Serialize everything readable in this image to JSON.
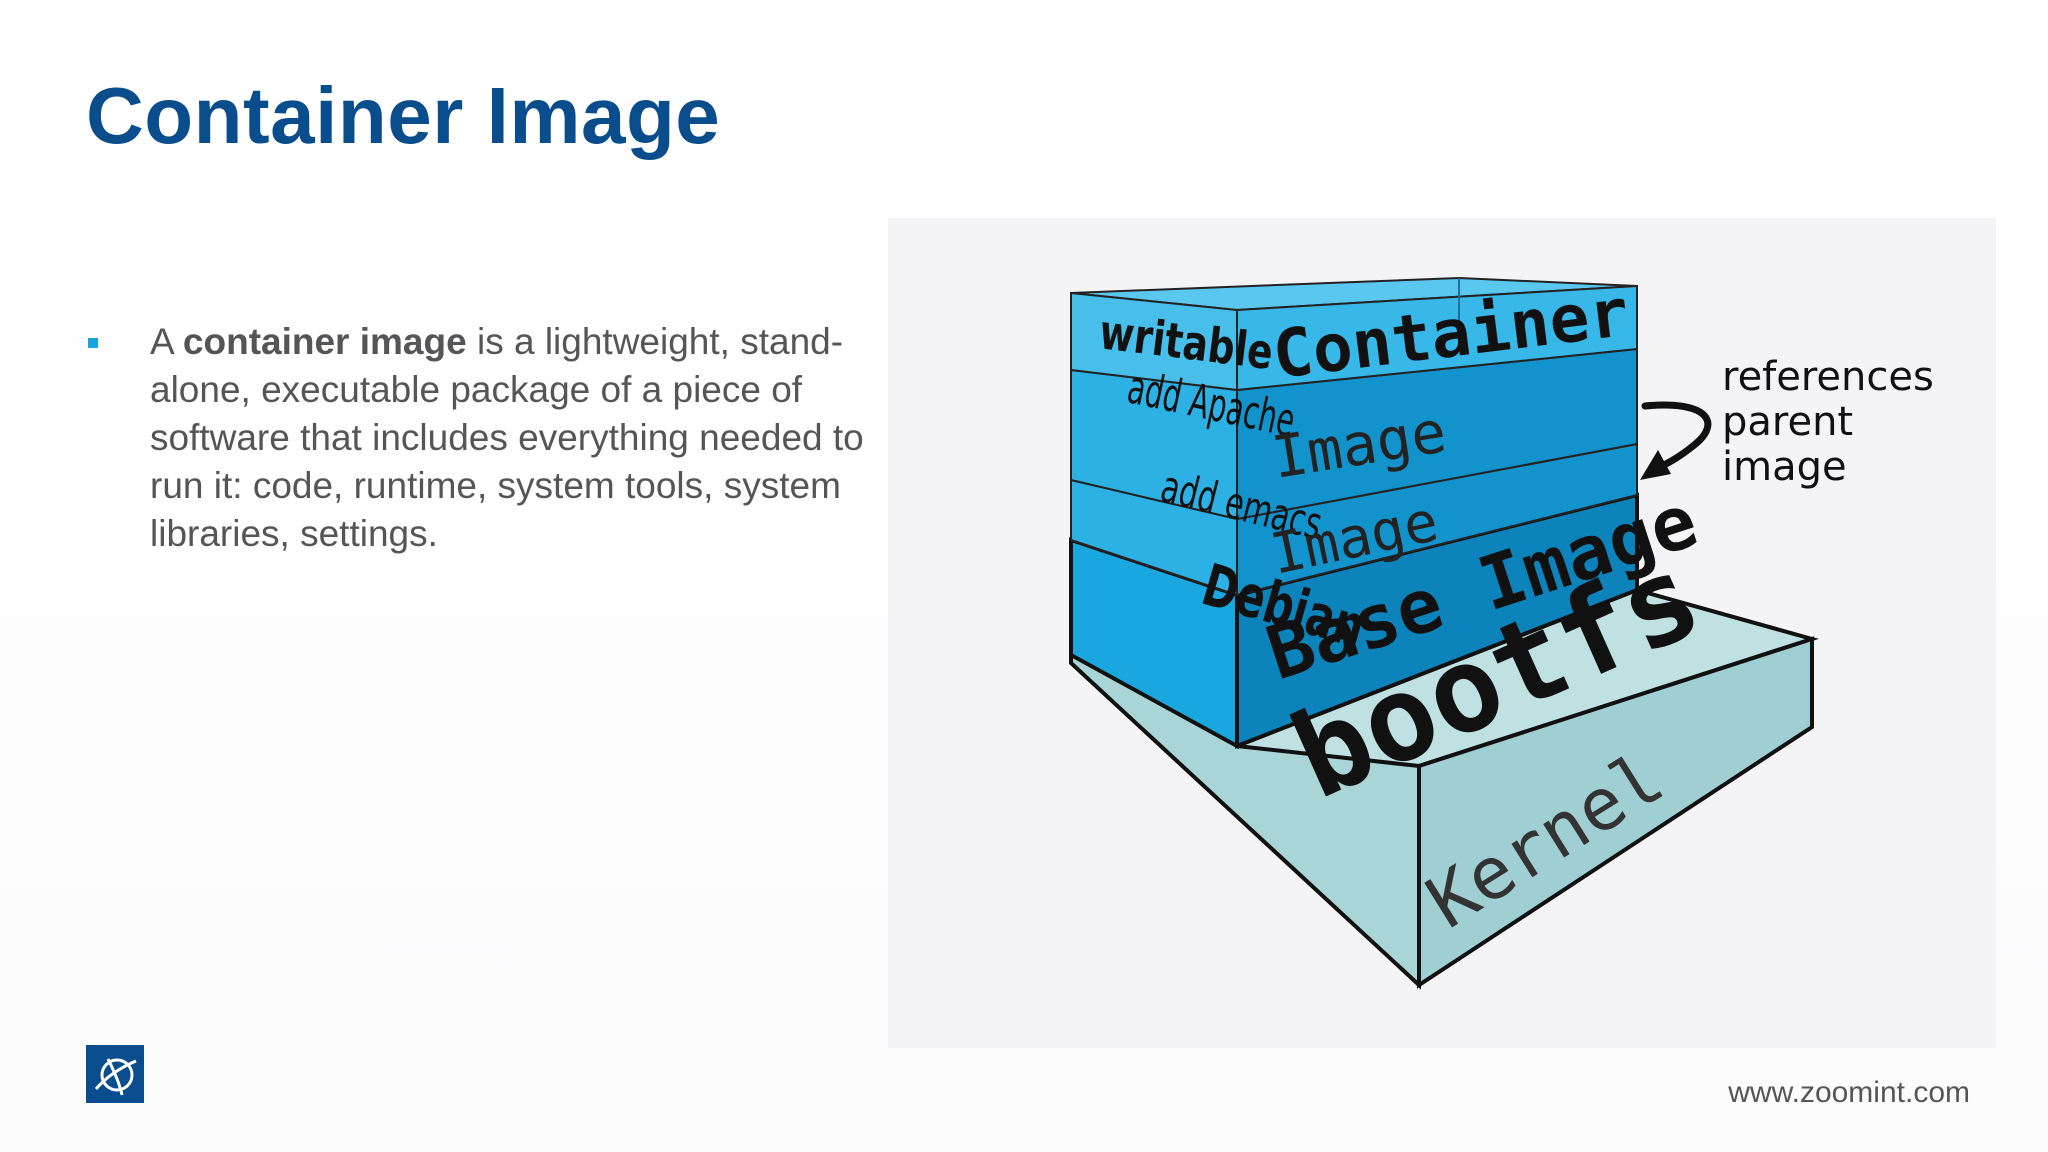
{
  "slide": {
    "title": "Container Image",
    "footer_url": "www.zoomint.com"
  },
  "bullet": {
    "lead": "A ",
    "bold": "container image",
    "rest": " is a lightweight, stand-alone, executable package of a piece of software that includes everything needed to run it: code, runtime, system tools, system libraries, settings."
  },
  "diagram": {
    "layers": {
      "writable": "writable",
      "container": "Container",
      "add_apache": "add Apache",
      "image_1": "Image",
      "add_emacs": "add emacs",
      "image_2": "Image",
      "debian": "Debian",
      "base_image": "Base Image",
      "bootfs": "bootfs",
      "kernel": "Kernel"
    },
    "annotation": [
      "references",
      "parent",
      "image"
    ],
    "colors": {
      "top_layer": "#3fbbe8",
      "middle_layer": "#0f8fc9",
      "side_face": "#29a9de",
      "base_slab": "#a9d5d7",
      "outline": "#111111"
    }
  },
  "colors": {
    "title": "#0a4d8c",
    "bullet_marker": "#1ba3e0",
    "body_text": "#555557",
    "logo": "#0a4d8c"
  }
}
